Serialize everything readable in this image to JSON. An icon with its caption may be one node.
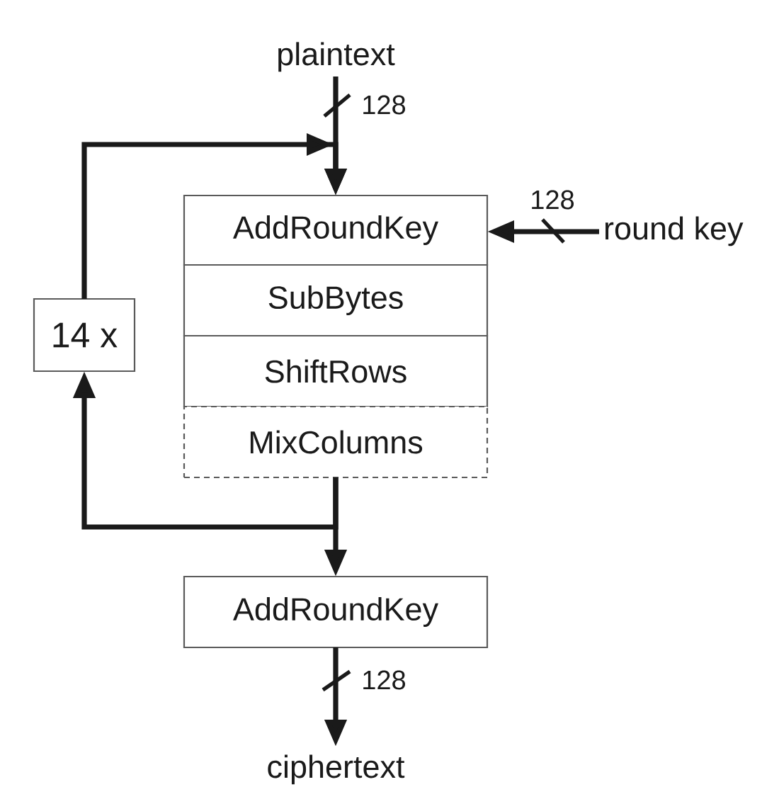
{
  "diagram": {
    "nodes": [
      {
        "text": [
          "plaintext"
        ]
      },
      {
        "text": [
          "AddRoundKey"
        ]
      },
      {
        "text": [
          "SubBytes"
        ]
      },
      {
        "text": [
          "ShiftRows"
        ]
      },
      {
        "text": [
          "MixColumns"
        ]
      },
      {
        "text": [
          "round key"
        ]
      },
      {
        "text": [
          "14 x"
        ]
      },
      {
        "text": [
          "AddRoundKey"
        ]
      },
      {
        "text": [
          "ciphertext"
        ]
      }
    ],
    "edges": [
      {
        "from": 0,
        "to": 1,
        "arrow": "to",
        "label": "128"
      },
      {
        "from": 5,
        "to": 1,
        "arrow": "to",
        "label": "128"
      },
      {
        "from": 6,
        "to": 1,
        "arrow": "to"
      },
      {
        "from": 4,
        "to": 7,
        "arrow": "to"
      },
      {
        "from": 4,
        "to": 6,
        "arrow": "to"
      },
      {
        "from": 7,
        "to": 8,
        "arrow": "to",
        "label": "128"
      }
    ]
  }
}
